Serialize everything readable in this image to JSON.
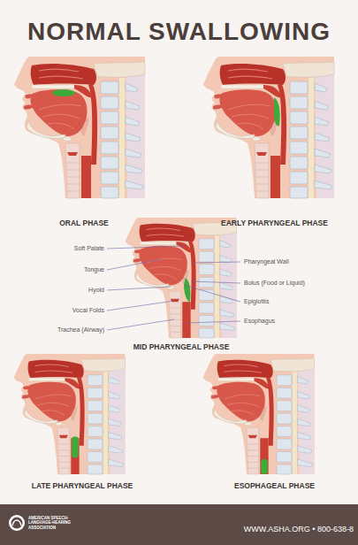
{
  "diagram": {
    "title": "NORMAL SWALLOWING",
    "labels": [
      "ORAL PHASE",
      "EARLY PHARYNGEAL PHASE",
      "Soft Palate",
      "Tongue",
      "Hyoid",
      "Vocal Folds",
      "Trachea (Airway)",
      "Pharyngeal Wall",
      "Bolus (Food or Liquid)",
      "Epiglottis",
      "Esophagus",
      "MID PHARYNGEAL PHASE",
      "LATE PHARYNGEAL PHASE",
      "ESOPHAGEAL PHASE",
      "AMERICAN SPEECH-LANGUAGE-HEARING ASSOCIATION",
      "WWW.ASHA.ORG • 800-638-8"
    ]
  }
}
